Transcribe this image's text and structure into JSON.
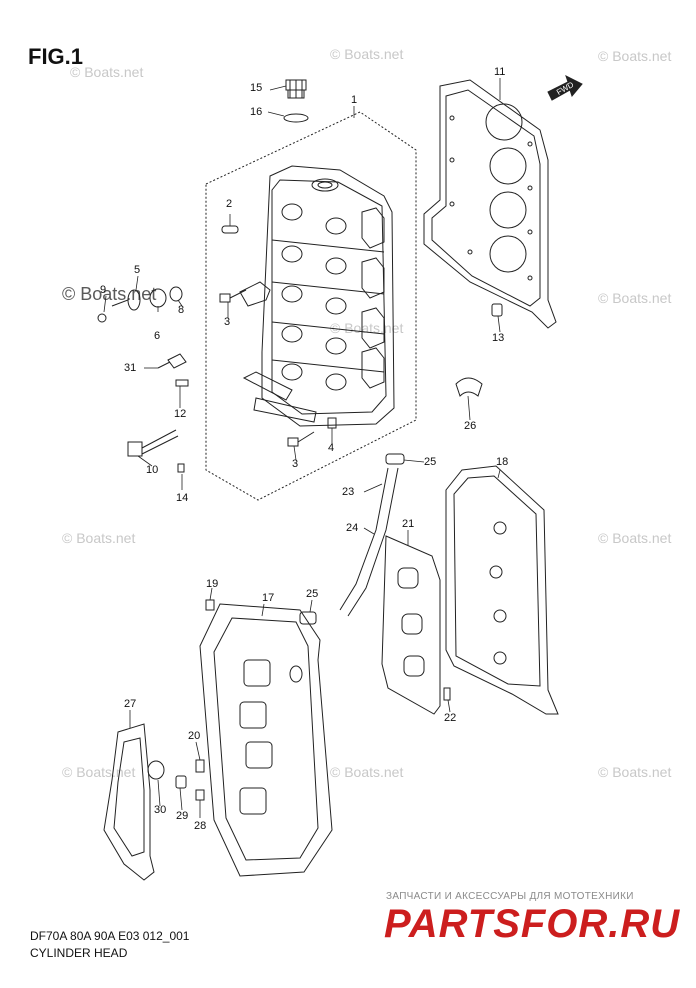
{
  "figure": {
    "title": "FIG.1"
  },
  "watermark": {
    "text": "© Boats.net",
    "text_dark": "© Boats.net"
  },
  "parts": [
    {
      "id": "p1",
      "number": "1"
    },
    {
      "id": "p2",
      "number": "2"
    },
    {
      "id": "p3a",
      "number": "3"
    },
    {
      "id": "p3b",
      "number": "3"
    },
    {
      "id": "p4",
      "number": "4"
    },
    {
      "id": "p5",
      "number": "5"
    },
    {
      "id": "p6",
      "number": "6"
    },
    {
      "id": "p8",
      "number": "8"
    },
    {
      "id": "p9",
      "number": "9"
    },
    {
      "id": "p10",
      "number": "10"
    },
    {
      "id": "p11",
      "number": "11"
    },
    {
      "id": "p12",
      "number": "12"
    },
    {
      "id": "p13",
      "number": "13"
    },
    {
      "id": "p14",
      "number": "14"
    },
    {
      "id": "p15",
      "number": "15"
    },
    {
      "id": "p16",
      "number": "16"
    },
    {
      "id": "p17",
      "number": "17"
    },
    {
      "id": "p18",
      "number": "18"
    },
    {
      "id": "p19",
      "number": "19"
    },
    {
      "id": "p20",
      "number": "20"
    },
    {
      "id": "p21",
      "number": "21"
    },
    {
      "id": "p22",
      "number": "22"
    },
    {
      "id": "p23",
      "number": "23"
    },
    {
      "id": "p24",
      "number": "24"
    },
    {
      "id": "p25a",
      "number": "25"
    },
    {
      "id": "p25b",
      "number": "25"
    },
    {
      "id": "p26",
      "number": "26"
    },
    {
      "id": "p27",
      "number": "27"
    },
    {
      "id": "p28",
      "number": "28"
    },
    {
      "id": "p29",
      "number": "29"
    },
    {
      "id": "p30",
      "number": "30"
    },
    {
      "id": "p31",
      "number": "31"
    }
  ],
  "fwd_arrow": {
    "text": "FWD"
  },
  "footer": {
    "code": "DF70A 80A 90A E03 012_001",
    "caption": "CYLINDER HEAD"
  },
  "brand": {
    "subtitle": "ЗАПЧАСТИ И АКСЕССУАРЫ ДЛЯ МОТОТЕХНИКИ",
    "name": "PARTSFOR.RU",
    "color": "#cc1e1e"
  }
}
